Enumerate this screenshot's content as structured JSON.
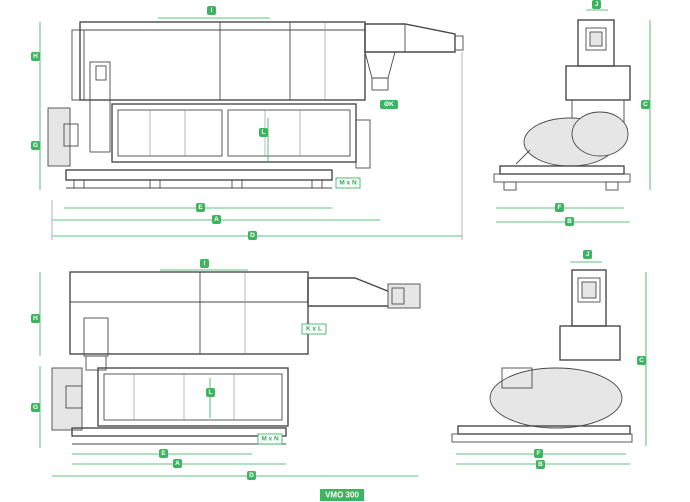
{
  "dimensions": {
    "A": "A",
    "B": "B",
    "C": "C",
    "D": "D",
    "E": "E",
    "F": "F",
    "G": "G",
    "H": "H",
    "I": "I",
    "J": "J",
    "L": "L",
    "ok": "ØK",
    "mxn": "M x N",
    "kxl": "K x L"
  },
  "model_label": "VMO 300",
  "colors": {
    "dimension": "#3db560",
    "line": "#4a4a4a"
  }
}
